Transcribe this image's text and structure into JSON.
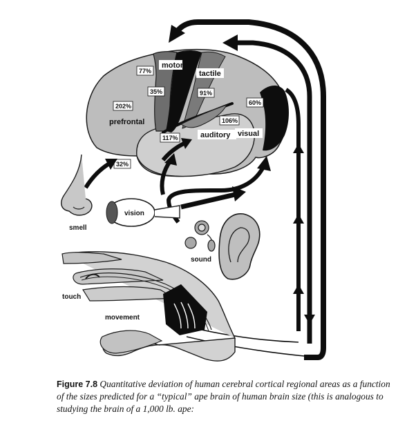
{
  "regions": {
    "motor": "motor",
    "tactile": "tactile",
    "prefrontal": "prefrontal",
    "auditory": "auditory",
    "visual": "visual"
  },
  "percentages": {
    "motor": "77%",
    "premotor": "35%",
    "tactile": "91%",
    "prefrontal": "202%",
    "visual": "60%",
    "auditory": "106%",
    "temporal": "117%",
    "olfactory": "32%"
  },
  "senses": {
    "smell": "smell",
    "vision": "vision",
    "sound": "sound",
    "touch": "touch",
    "movement": "movement"
  },
  "caption": {
    "figure_number": "Figure 7.8",
    "text": "Quantitative deviation of human cerebral cortical regional areas as a function of the sizes predicted for a “typical” ape brain of human brain size (this is analogous to studying the brain of a 1,000 lb. ape:"
  }
}
